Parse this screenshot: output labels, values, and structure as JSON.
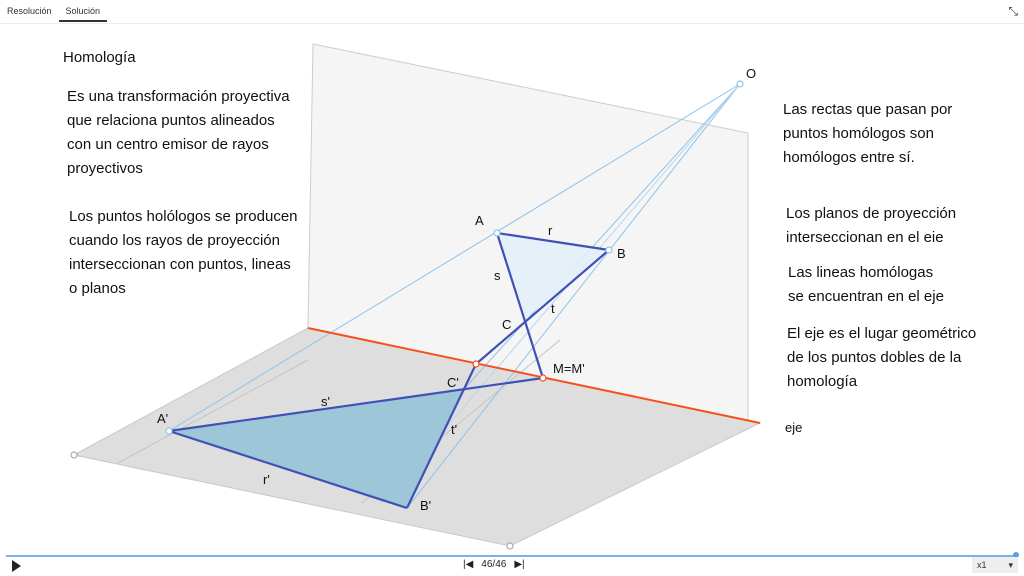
{
  "tabs": [
    {
      "label": "Resolución"
    },
    {
      "label": "Solución"
    }
  ],
  "title": "Homología",
  "left_texts": [
    "Es una transformación proyectiva",
    "que relaciona puntos alineados",
    "con un centro emisor de rayos",
    "proyectivos"
  ],
  "left_texts2": [
    "Los puntos holólogos se producen",
    "cuando los rayos de proyección",
    "interseccionan con puntos, lineas",
    "o planos"
  ],
  "right_texts": {
    "t1": [
      "Las rectas que pasan por",
      "puntos homólogos son",
      "homólogos entre sí."
    ],
    "t2": [
      "Los planos de proyección",
      "interseccionan en el eie"
    ],
    "t3": [
      "Las lineas homólogas",
      "se encuentran en el eje"
    ],
    "t4": [
      "El eje es el lugar geométrico",
      "de los puntos dobles de la",
      "homología"
    ]
  },
  "labels": {
    "O": "O",
    "A": "A",
    "B": "B",
    "C": "C",
    "r": "r",
    "s": "s",
    "t": "t",
    "M": "M=M'",
    "Cp": "C'",
    "Ap": "A'",
    "Bp": "B'",
    "sp": "s'",
    "tp": "t'",
    "rp": "r'",
    "eje": "eje"
  },
  "player": {
    "counter": "46/46",
    "speed": "x1",
    "progress": 1.0
  },
  "colors": {
    "axis": "#f4511e",
    "lines": "#3f51b5",
    "rays": "#8ec2ea",
    "fill_upper": "#e3f0f8",
    "fill_lower": "#9dc6d9"
  }
}
